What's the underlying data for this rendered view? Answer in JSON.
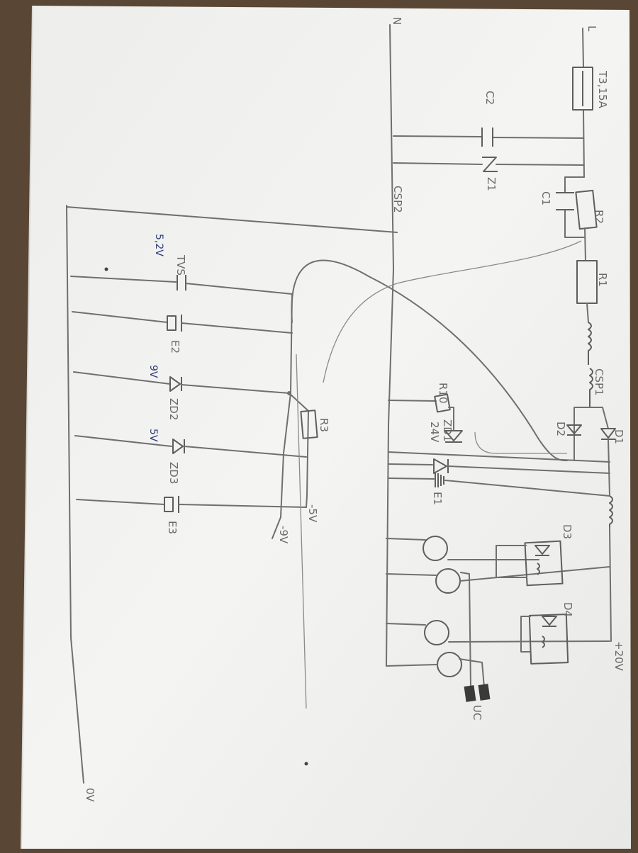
{
  "labels": {
    "L": "L",
    "N": "N",
    "fuse": "T3,15A",
    "C2": "C2",
    "Z1": "Z1",
    "C1": "C1",
    "R2": "R2",
    "R1": "R1",
    "CSP2": "CSP2",
    "CSP1": "CSP1",
    "D1": "D1",
    "D2": "D2",
    "R10": "R10",
    "ZD1": "ZD1",
    "ZD1_v": "24V",
    "E1": "E1",
    "D3": "D3",
    "D4": "D4",
    "plus20": "+20V",
    "UC": "UC",
    "TVS": "TVS",
    "TVS_v": "5,2V",
    "E2": "E2",
    "ZD2": "ZD2",
    "ZD2_v": "9V",
    "ZD3": "ZD3",
    "ZD3_v": "5V",
    "E3": "E3",
    "R3": "R3",
    "minus5": "-5V",
    "minus9": "-9V",
    "zero": "0V"
  },
  "colors": {
    "paper": "#f2f2f0",
    "table": "#5a4634",
    "pencil": "#6f6f6f",
    "pen": "#2f3c7a"
  }
}
